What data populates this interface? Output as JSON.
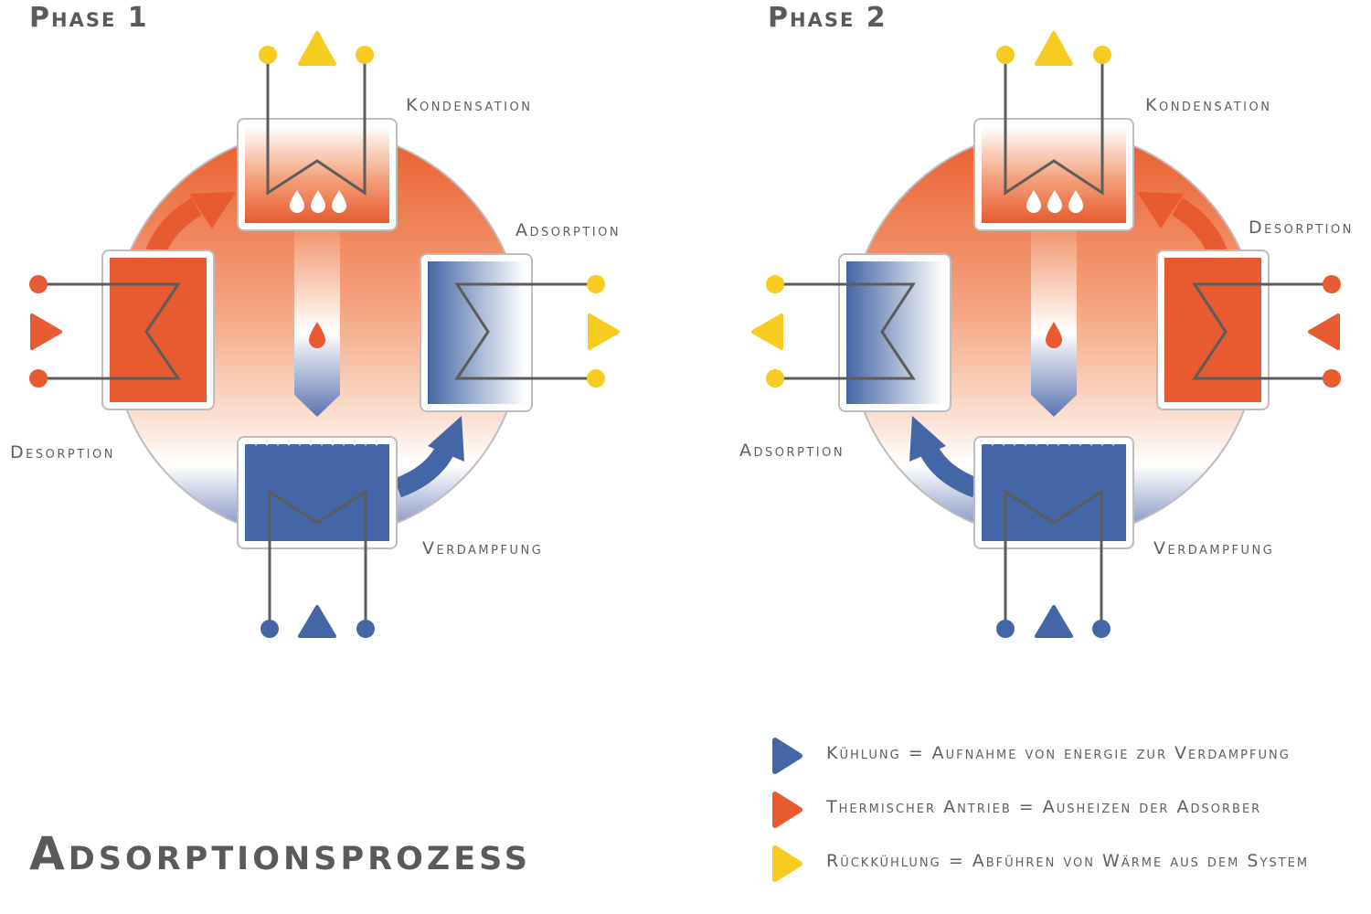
{
  "colors": {
    "cooling": "#4466a6",
    "thermal_drive": "#e85a30",
    "recooling": "#f7cb1f",
    "line": "#5c5c5c",
    "frame": "#bdbdbd"
  },
  "phase1": {
    "title": "Phase 1",
    "condensation": "Kondensation",
    "adsorption": "Adsorption",
    "desorption": "Desorption",
    "evaporation": "Verdampfung"
  },
  "phase2": {
    "title": "Phase 2",
    "condensation": "Kondensation",
    "desorption": "Desorption",
    "adsorption": "Adsorption",
    "evaporation": "Verdampfung"
  },
  "main_title": "Adsorptionsprozess",
  "legend": [
    {
      "label": "Kühlung = Aufnahme von energie zur Verdampfung",
      "color_key": "cooling",
      "icon": "triangle-right-icon"
    },
    {
      "label": "Thermischer Antrieb = Ausheizen der Adsorber",
      "color_key": "thermal_drive",
      "icon": "triangle-right-icon"
    },
    {
      "label": "Rückkühlung = Abführen von Wärme aus dem System",
      "color_key": "recooling",
      "icon": "triangle-right-icon"
    }
  ]
}
